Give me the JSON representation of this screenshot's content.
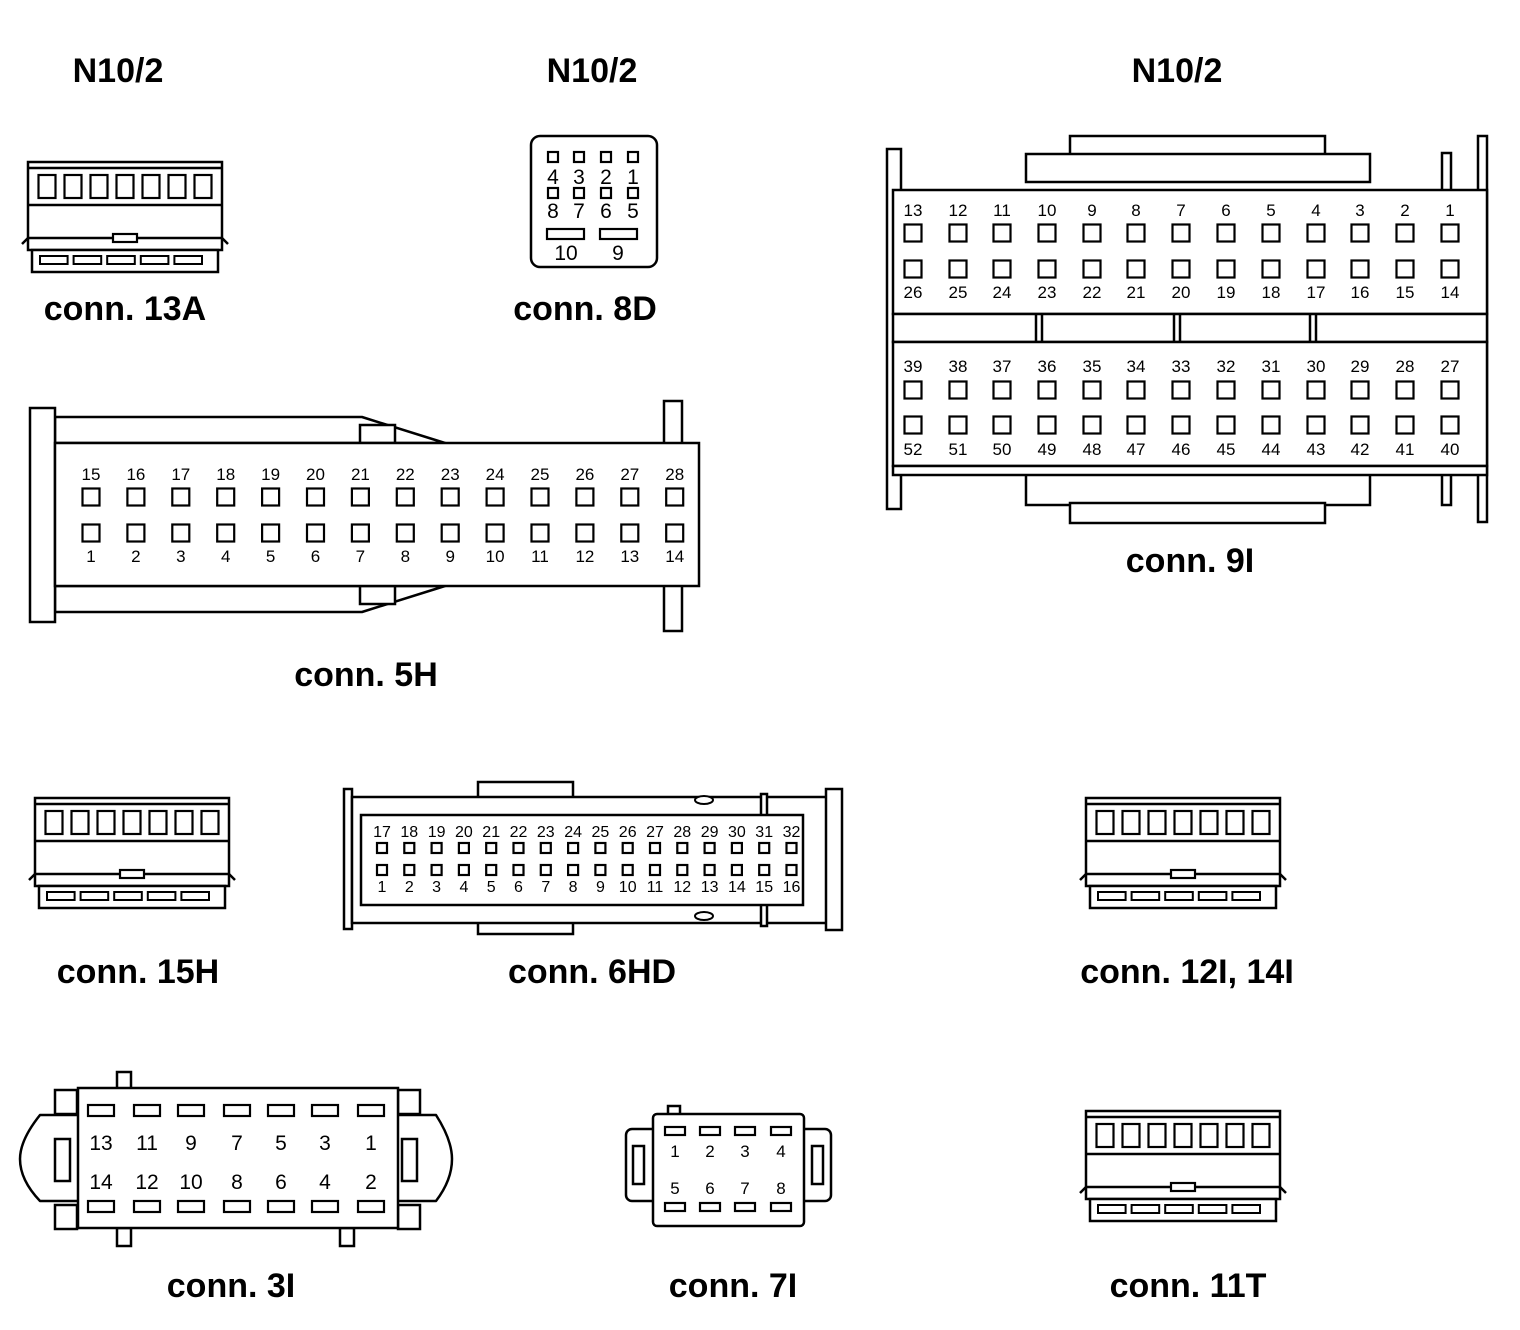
{
  "headers": [
    "N10/2",
    "N10/2",
    "N10/2"
  ],
  "connectors": [
    {
      "id": "13A",
      "caption": "conn. 13A",
      "type": "strip",
      "cavities": 7
    },
    {
      "id": "8D",
      "caption": "conn. 8D",
      "pins_top": [
        "4",
        "3",
        "2",
        "1"
      ],
      "pins_mid": [
        "8",
        "7",
        "6",
        "5"
      ],
      "pins_bottom": [
        "10",
        "9"
      ]
    },
    {
      "id": "9I",
      "caption": "conn. 9I",
      "row1_labels": [
        "13",
        "12",
        "11",
        "10",
        "9",
        "8",
        "7",
        "6",
        "5",
        "4",
        "3",
        "2",
        "1"
      ],
      "row2_labels": [
        "26",
        "25",
        "24",
        "23",
        "22",
        "21",
        "20",
        "19",
        "18",
        "17",
        "16",
        "15",
        "14"
      ],
      "row3_labels": [
        "39",
        "38",
        "37",
        "36",
        "35",
        "34",
        "33",
        "32",
        "31",
        "30",
        "29",
        "28",
        "27"
      ],
      "row4_labels": [
        "52",
        "51",
        "50",
        "49",
        "48",
        "47",
        "46",
        "45",
        "44",
        "43",
        "42",
        "41",
        "40"
      ]
    },
    {
      "id": "5H",
      "caption": "conn. 5H",
      "top_labels": [
        "15",
        "16",
        "17",
        "18",
        "19",
        "20",
        "21",
        "22",
        "23",
        "24",
        "25",
        "26",
        "27",
        "28"
      ],
      "bottom_labels": [
        "1",
        "2",
        "3",
        "4",
        "5",
        "6",
        "7",
        "8",
        "9",
        "10",
        "11",
        "12",
        "13",
        "14"
      ]
    },
    {
      "id": "15H",
      "caption": "conn. 15H",
      "type": "strip",
      "cavities": 7
    },
    {
      "id": "6HD",
      "caption": "conn. 6HD",
      "top_labels": [
        "17",
        "18",
        "19",
        "20",
        "21",
        "22",
        "23",
        "24",
        "25",
        "26",
        "27",
        "28",
        "29",
        "30",
        "31",
        "32"
      ],
      "bottom_labels": [
        "1",
        "2",
        "3",
        "4",
        "5",
        "6",
        "7",
        "8",
        "9",
        "10",
        "11",
        "12",
        "13",
        "14",
        "15",
        "16"
      ]
    },
    {
      "id": "12I14I",
      "caption": "conn. 12I, 14I",
      "type": "strip",
      "cavities": 7
    },
    {
      "id": "3I",
      "caption": "conn. 3I",
      "top_labels": [
        "13",
        "11",
        "9",
        "7",
        "5",
        "3",
        "1"
      ],
      "bottom_labels": [
        "14",
        "12",
        "10",
        "8",
        "6",
        "4",
        "2"
      ]
    },
    {
      "id": "7I",
      "caption": "conn. 7I",
      "top_labels": [
        "1",
        "2",
        "3",
        "4"
      ],
      "bottom_labels": [
        "5",
        "6",
        "7",
        "8"
      ]
    },
    {
      "id": "11T",
      "caption": "conn. 11T",
      "type": "strip",
      "cavities": 7
    }
  ]
}
